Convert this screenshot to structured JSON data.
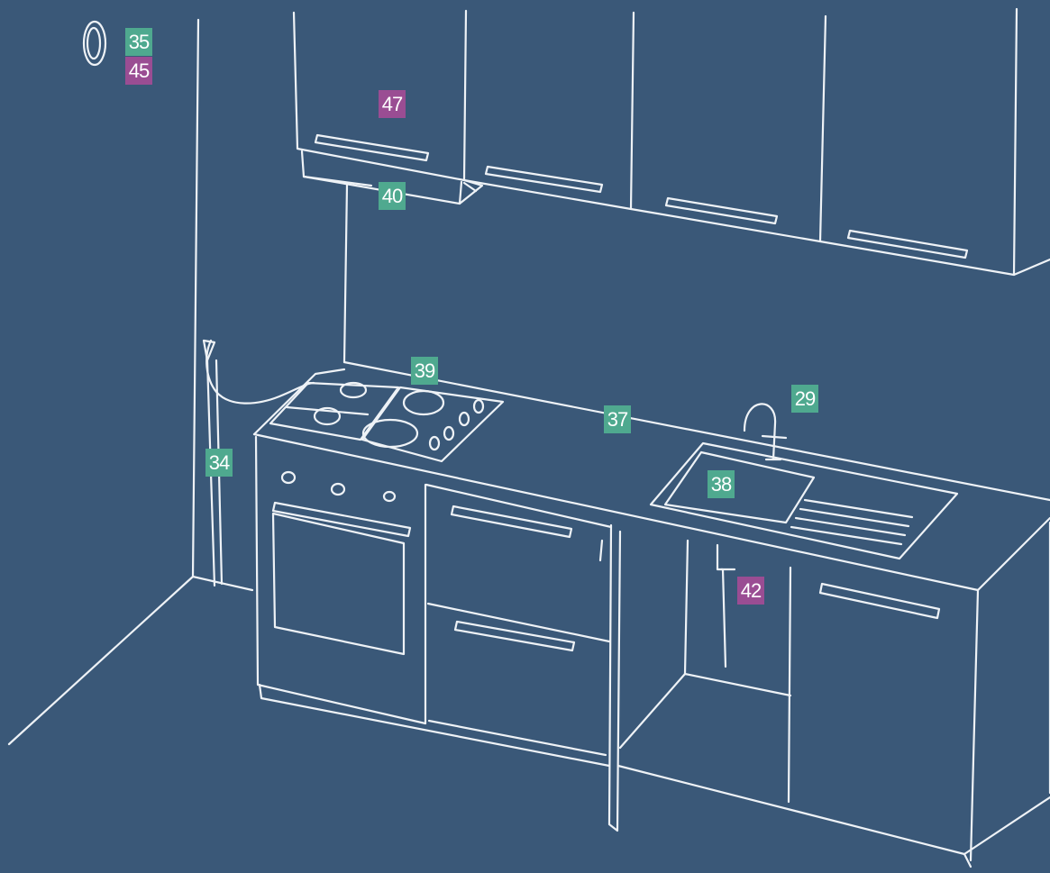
{
  "colors": {
    "background": "#3a5878",
    "line": "#eef2f6",
    "green": "#4fa98f",
    "purple": "#9a4d93"
  },
  "callouts": {
    "c35": {
      "text": "35",
      "color": "green"
    },
    "c45": {
      "text": "45",
      "color": "purple"
    },
    "c47": {
      "text": "47",
      "color": "purple"
    },
    "c40": {
      "text": "40",
      "color": "green"
    },
    "c39": {
      "text": "39",
      "color": "green"
    },
    "c29": {
      "text": "29",
      "color": "green"
    },
    "c37": {
      "text": "37",
      "color": "green"
    },
    "c38": {
      "text": "38",
      "color": "green"
    },
    "c34": {
      "text": "34",
      "color": "green"
    },
    "c42": {
      "text": "42",
      "color": "purple"
    }
  }
}
